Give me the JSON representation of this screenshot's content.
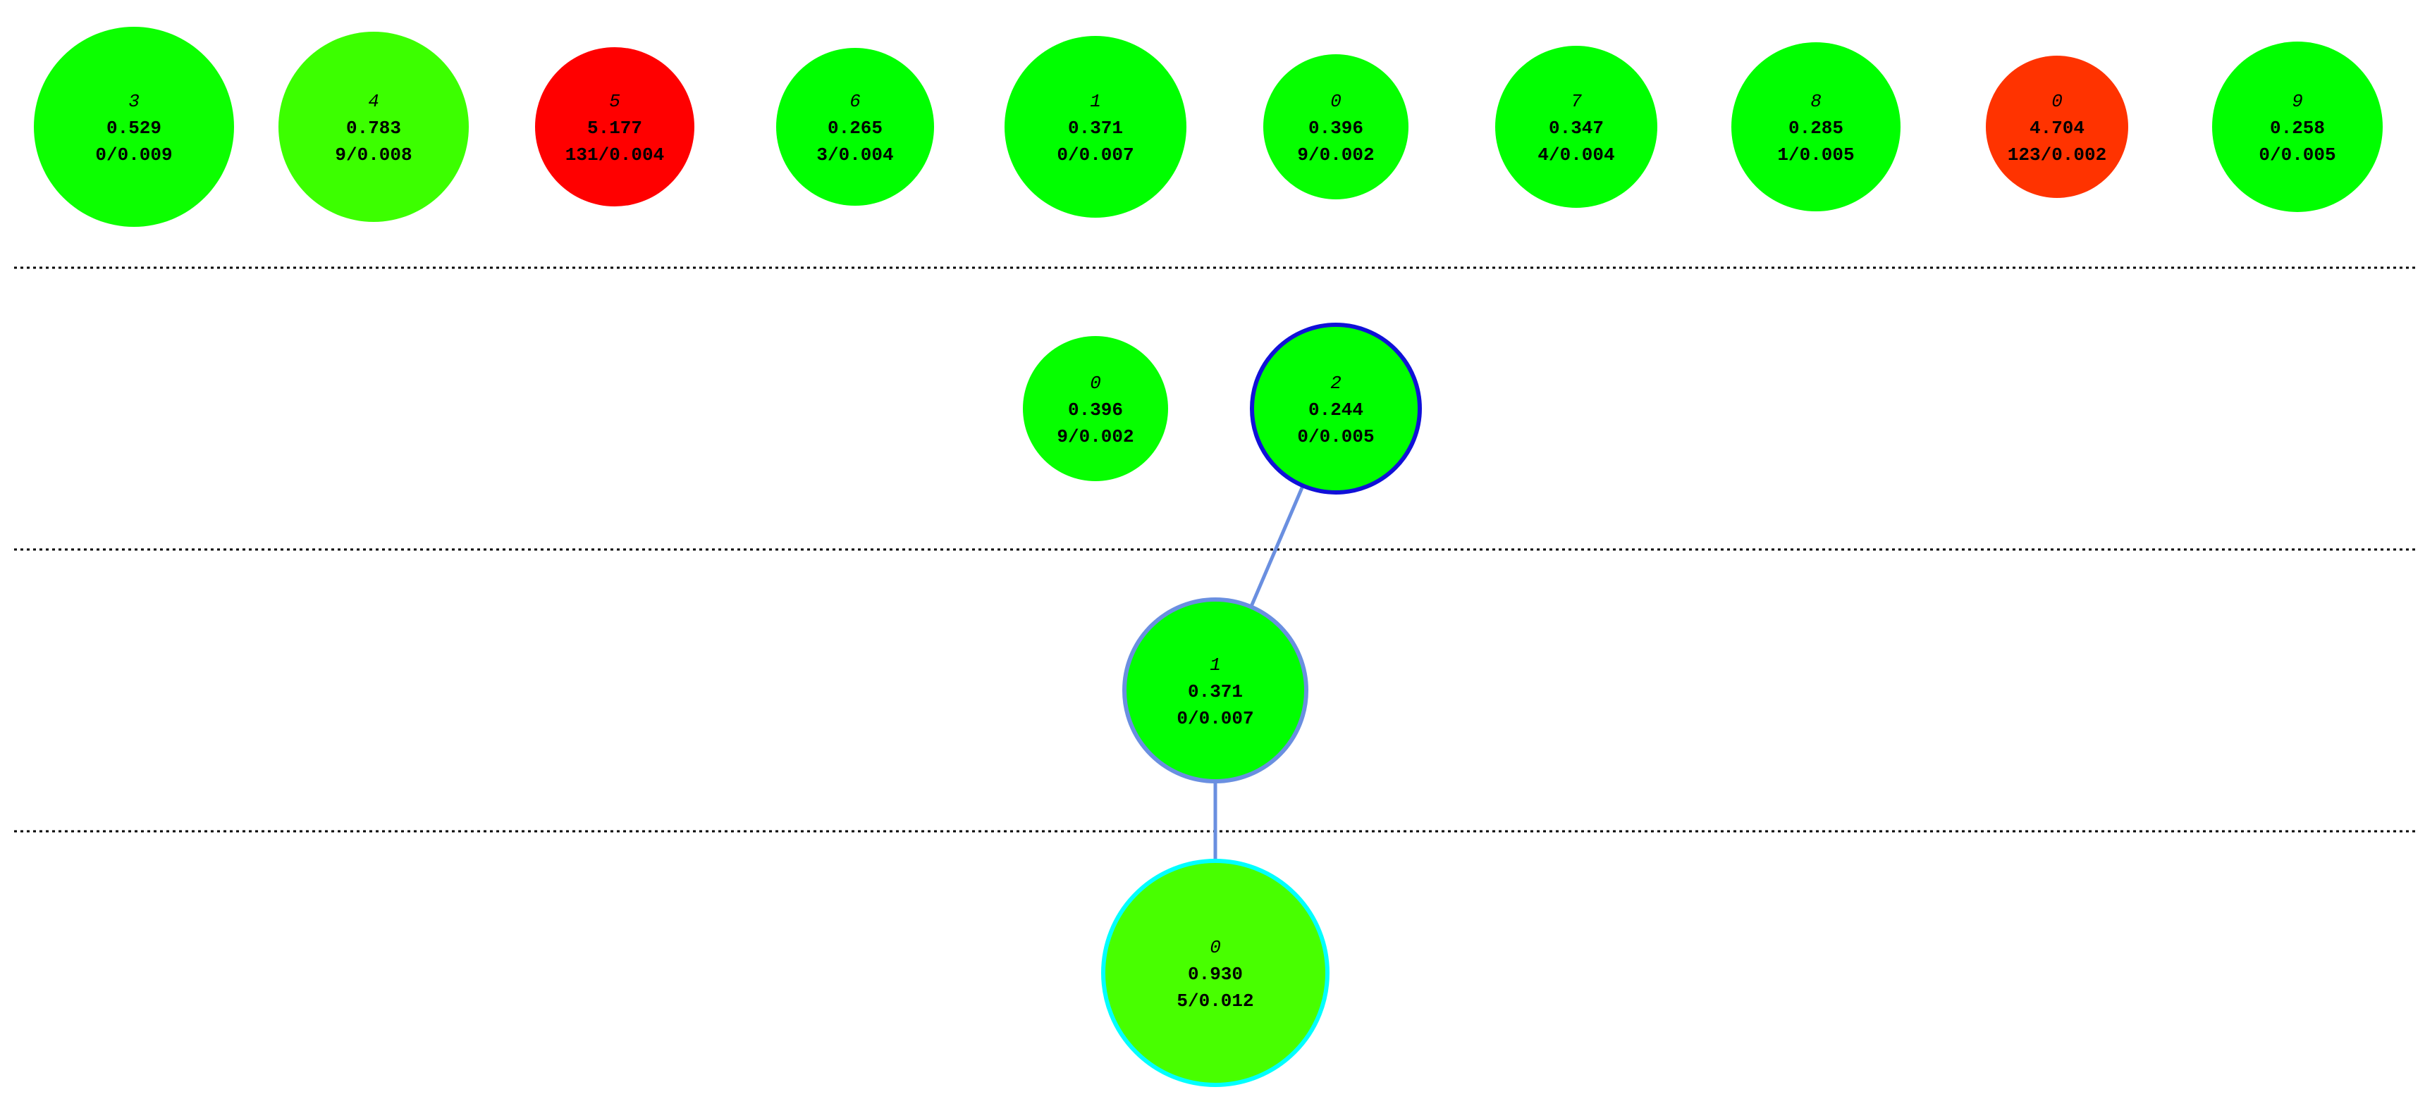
{
  "graph": {
    "layers": [
      {
        "nodes": [
          {
            "key": "L0-3",
            "id": "3",
            "value": "0.529",
            "stats": "0/0.009",
            "fill": "#0cff00"
          },
          {
            "key": "L0-4",
            "id": "4",
            "value": "0.783",
            "stats": "9/0.008",
            "fill": "#3cff00"
          },
          {
            "key": "L0-5",
            "id": "5",
            "value": "5.177",
            "stats": "131/0.004",
            "fill": "#ff0000"
          },
          {
            "key": "L0-6",
            "id": "6",
            "value": "0.265",
            "stats": "3/0.004",
            "fill": "#00ff00"
          },
          {
            "key": "L0-1",
            "id": "1",
            "value": "0.371",
            "stats": "0/0.007",
            "fill": "#00ff00"
          },
          {
            "key": "L0-0a",
            "id": "0",
            "value": "0.396",
            "stats": "9/0.002",
            "fill": "#06ff00"
          },
          {
            "key": "L0-7",
            "id": "7",
            "value": "0.347",
            "stats": "4/0.004",
            "fill": "#00ff00"
          },
          {
            "key": "L0-8",
            "id": "8",
            "value": "0.285",
            "stats": "1/0.005",
            "fill": "#00ff00"
          },
          {
            "key": "L0-0b",
            "id": "0",
            "value": "4.704",
            "stats": "123/0.002",
            "fill": "#ff3300"
          },
          {
            "key": "L0-9",
            "id": "9",
            "value": "0.258",
            "stats": "0/0.005",
            "fill": "#00ff00"
          }
        ]
      },
      {
        "nodes": [
          {
            "key": "L1-0",
            "id": "0",
            "value": "0.396",
            "stats": "9/0.002",
            "fill": "#06ff00"
          },
          {
            "key": "L1-2",
            "id": "2",
            "value": "0.244",
            "stats": "0/0.005",
            "fill": "#00ff00",
            "stroke": "#1010d8"
          }
        ]
      },
      {
        "nodes": [
          {
            "key": "L2-1",
            "id": "1",
            "value": "0.371",
            "stats": "0/0.007",
            "fill": "#00ff00",
            "stroke": "#6a8fe0"
          }
        ]
      },
      {
        "nodes": [
          {
            "key": "L3-0",
            "id": "0",
            "value": "0.930",
            "stats": "5/0.012",
            "fill": "#48ff00",
            "stroke": "#00ffff"
          }
        ]
      }
    ],
    "edges": [
      {
        "from": "L1-2",
        "to": "L2-1",
        "color": "#6a8fe0"
      },
      {
        "from": "L2-1",
        "to": "L3-0",
        "color": "#6a8fe0"
      }
    ]
  }
}
